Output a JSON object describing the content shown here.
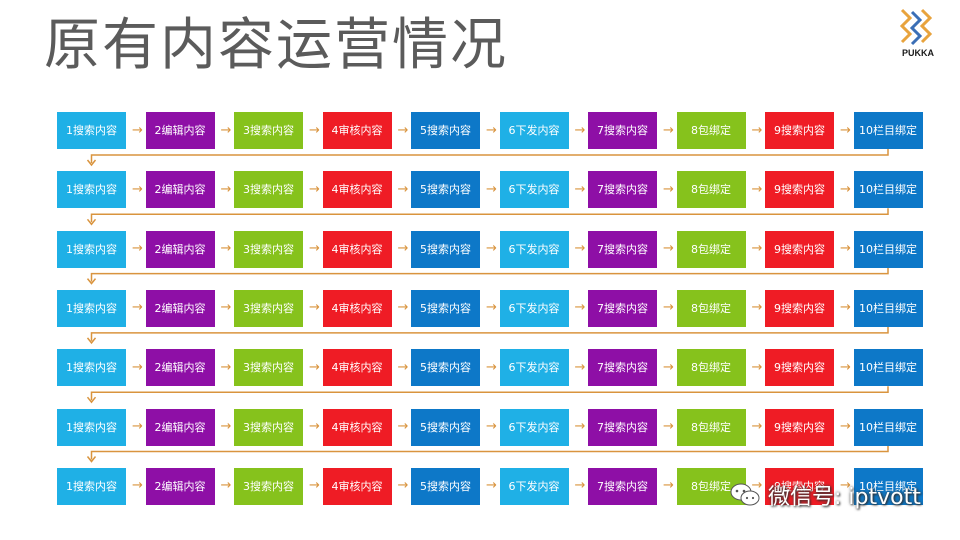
{
  "page": {
    "title": "原有内容运营情况"
  },
  "logo": {
    "text": "PUKKA",
    "colors": [
      "#e8a33d",
      "#3b6fb6"
    ]
  },
  "flow": {
    "row_count": 7,
    "steps": [
      {
        "label": "1搜索内容",
        "color": "#1fb0e6"
      },
      {
        "label": "2编辑内容",
        "color": "#8e0fa6"
      },
      {
        "label": "3搜索内容",
        "color": "#86c21c"
      },
      {
        "label": "4审核内容",
        "color": "#ef1c25"
      },
      {
        "label": "5搜索内容",
        "color": "#0d78c8"
      },
      {
        "label": "6下发内容",
        "color": "#1fb0e6"
      },
      {
        "label": "7搜索内容",
        "color": "#8e0fa6"
      },
      {
        "label": "8包绑定",
        "color": "#86c21c"
      },
      {
        "label": "9搜索内容",
        "color": "#ef1c25"
      },
      {
        "label": "10栏目绑定",
        "color": "#0d78c8"
      }
    ],
    "connector_color": "#d9943e"
  },
  "watermark": {
    "text": "微信号: iptvott",
    "icon": "wechat-icon"
  }
}
